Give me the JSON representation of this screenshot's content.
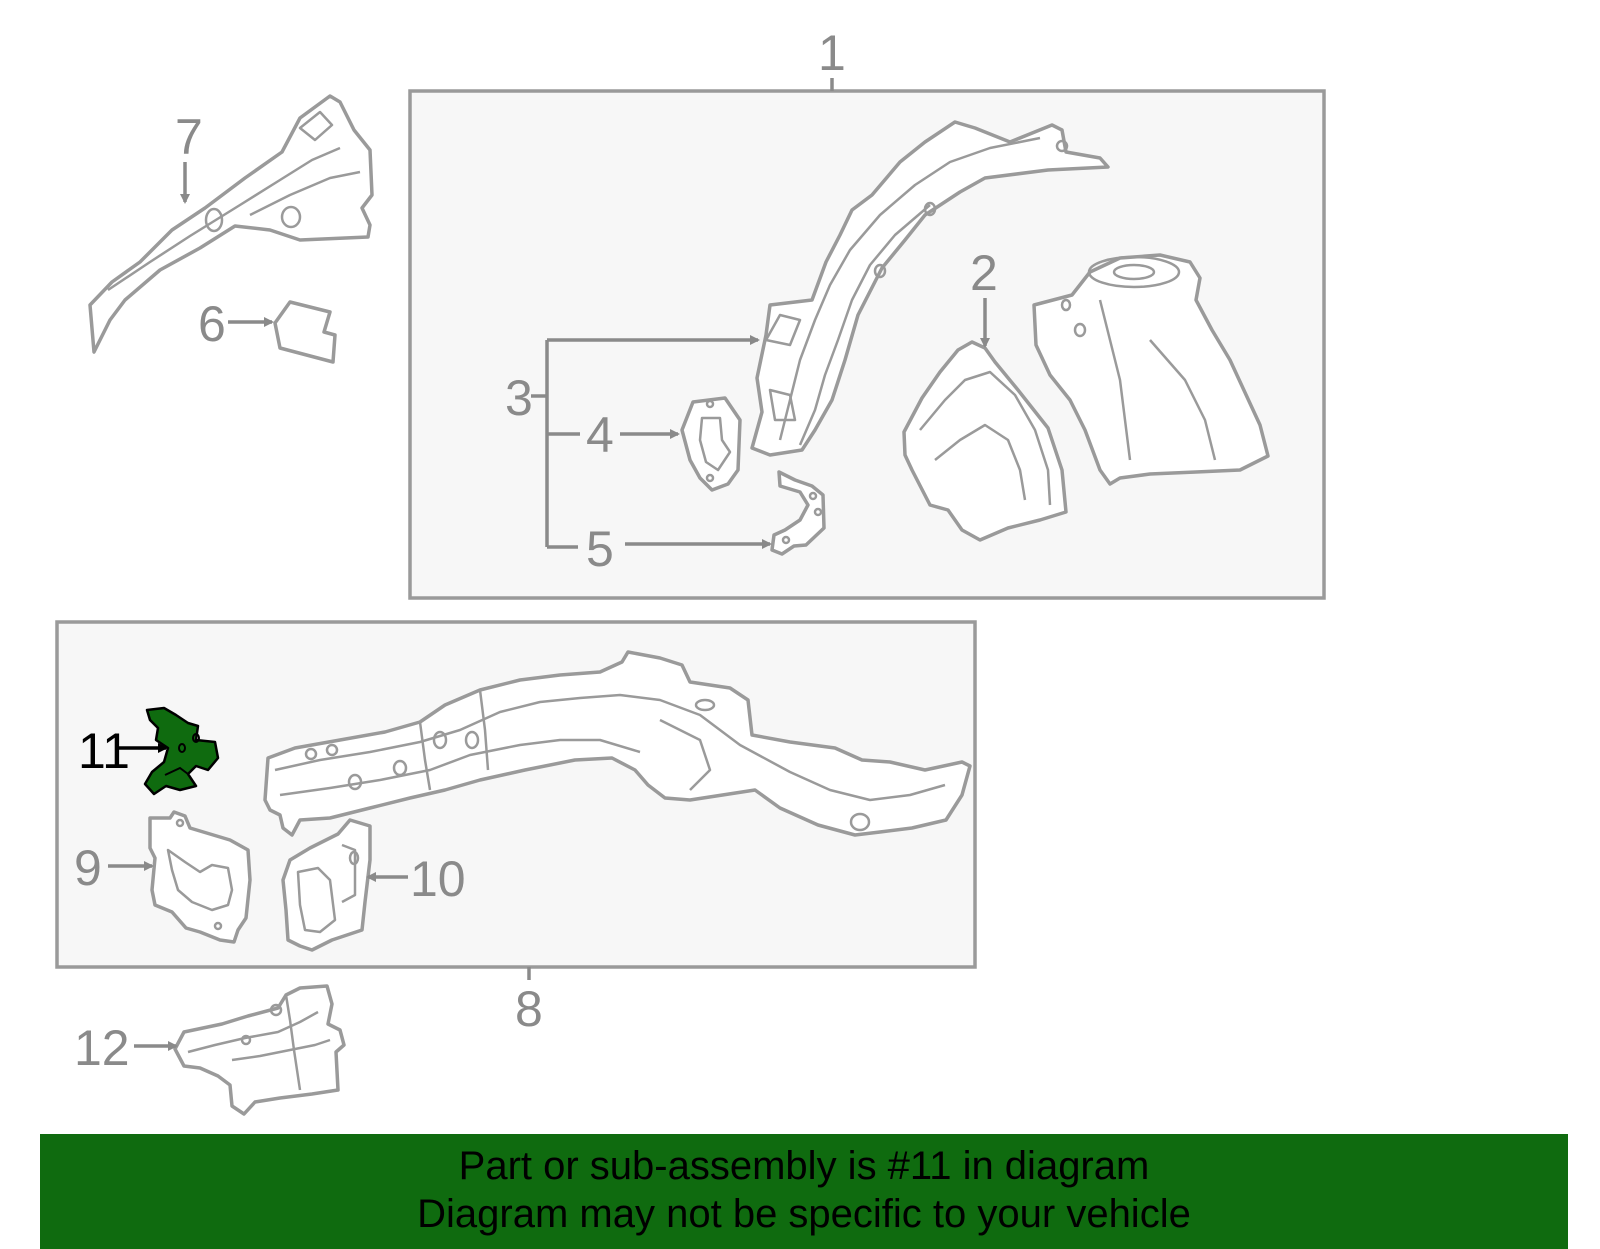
{
  "diagram": {
    "callouts": {
      "c1": "1",
      "c2": "2",
      "c3": "3",
      "c4": "4",
      "c5": "5",
      "c6": "6",
      "c7": "7",
      "c8": "8",
      "c9": "9",
      "c10": "10",
      "c11": "11",
      "c12": "12"
    },
    "highlighted_part": "11",
    "colors": {
      "highlight_fill": "#0f6b0f",
      "part_stroke": "#9a9a9a",
      "callout_text": "#8a8a8a",
      "box_fill": "#f7f7f7",
      "banner_background": "#0f6b0f"
    }
  },
  "footer": {
    "line1": "Part or sub-assembly is #11 in diagram",
    "line2": "Diagram may not be specific to your vehicle"
  }
}
